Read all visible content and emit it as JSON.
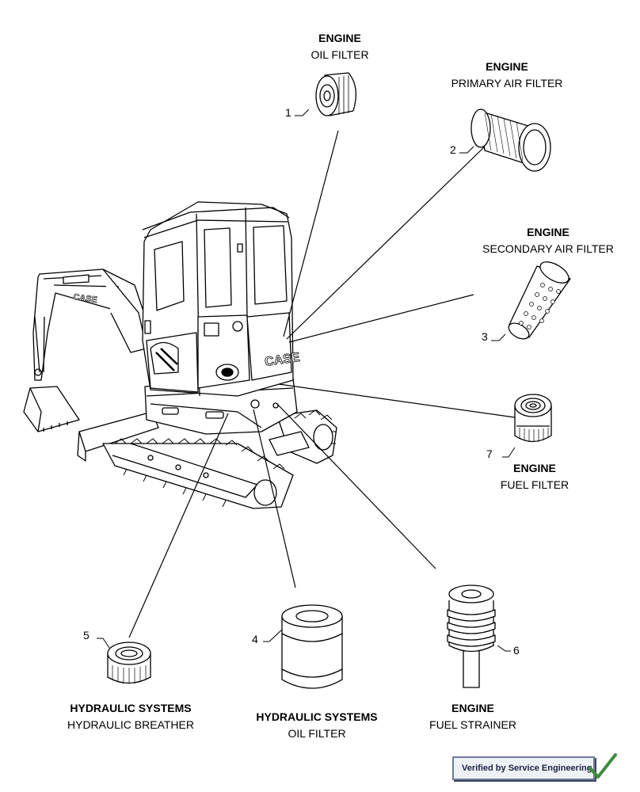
{
  "labels": {
    "oil_filter": {
      "category": "ENGINE",
      "name": "OIL FILTER"
    },
    "primary_air_filter": {
      "category": "ENGINE",
      "name": "PRIMARY AIR FILTER"
    },
    "secondary_air_filter": {
      "category": "ENGINE",
      "name": "SECONDARY AIR FILTER"
    },
    "fuel_filter": {
      "category": "ENGINE",
      "name": "FUEL FILTER"
    },
    "hydraulic_breather": {
      "category": "HYDRAULIC SYSTEMS",
      "name": "HYDRAULIC BREATHER"
    },
    "hydraulic_oil_filter": {
      "category": "HYDRAULIC SYSTEMS",
      "name": "OIL FILTER"
    },
    "fuel_strainer": {
      "category": "ENGINE",
      "name": "FUEL STRAINER"
    }
  },
  "callouts": {
    "n1": "1",
    "n2": "2",
    "n3": "3",
    "n4": "4",
    "n5": "5",
    "n6": "6",
    "n7": "7"
  },
  "machine": {
    "brand_boom": "CASE",
    "brand_body": "CASE"
  },
  "badge": {
    "text": "Verified by Service Engineering"
  },
  "colors": {
    "line": "#000000",
    "badge_border": "#6f7b94",
    "check": "#3c8c3c"
  }
}
